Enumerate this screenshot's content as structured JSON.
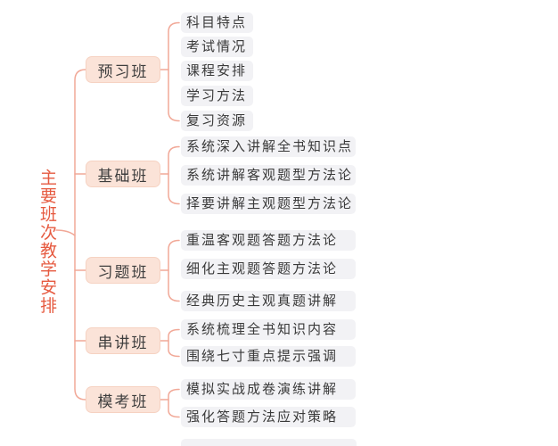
{
  "root": {
    "label": "主要班次教学安排",
    "color": "#e65a40"
  },
  "branches": [
    {
      "label": "预习班",
      "leaves": [
        "科目特点",
        "考试情况",
        "课程安排",
        "学习方法",
        "复习资源"
      ]
    },
    {
      "label": "基础班",
      "leaves": [
        "系统深入讲解全书知识点",
        "系统讲解客观题型方法论",
        "择要讲解主观题型方法论"
      ]
    },
    {
      "label": "习题班",
      "leaves": [
        "重温客观题答题方法论",
        "细化主观题答题方法论",
        "经典历史主观真题讲解"
      ]
    },
    {
      "label": "串讲班",
      "leaves": [
        "系统梳理全书知识内容",
        "围绕七寸重点提示强调"
      ]
    },
    {
      "label": "模考班",
      "leaves": [
        "模拟实战成卷演练讲解",
        "强化答题方法应对策略"
      ]
    }
  ],
  "colors": {
    "connector": "#f1a897",
    "branch_fill": "#fbe3d8",
    "branch_border": "#f6d2c2",
    "leaf_fill": "#f2f2f5",
    "root_text": "#e65a40",
    "node_text": "#3a3a3a"
  }
}
